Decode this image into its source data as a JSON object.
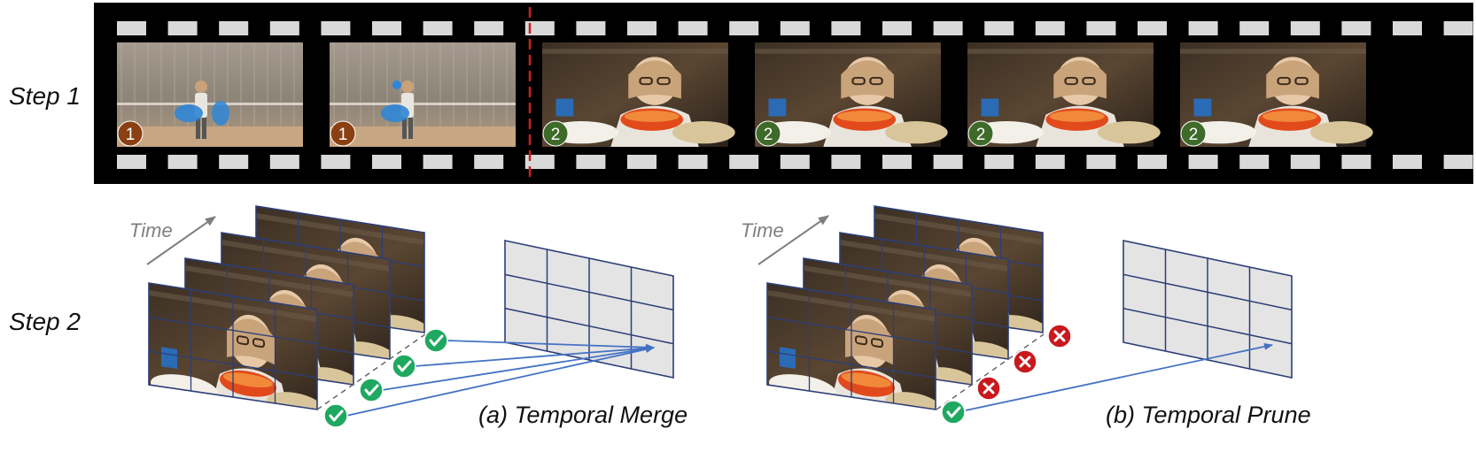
{
  "steps": {
    "step1": "Step 1",
    "step2": "Step 2"
  },
  "filmstrip": {
    "frames": [
      {
        "badge": "1",
        "scene": "dancer-hallway"
      },
      {
        "badge": "1",
        "scene": "dancer-hallway"
      },
      {
        "badge": "2",
        "scene": "woman-eating-noodles"
      },
      {
        "badge": "2",
        "scene": "woman-eating-noodles"
      },
      {
        "badge": "2",
        "scene": "woman-eating-noodles"
      },
      {
        "badge": "2",
        "scene": "woman-eating-noodles"
      }
    ],
    "scene_boundary_color": "#cc1f1f"
  },
  "diagrams": {
    "merge": {
      "time_label": "Time",
      "caption": "(a) Temporal Merge",
      "marks": [
        "check",
        "check",
        "check",
        "check"
      ]
    },
    "prune": {
      "time_label": "Time",
      "caption": "(b) Temporal Prune",
      "marks": [
        "cross",
        "cross",
        "cross",
        "check"
      ]
    }
  },
  "colors": {
    "badge_scene1": "#8a4012",
    "badge_scene2": "#3e6a2a",
    "check": "#1fa860",
    "cross": "#c8191e",
    "grid_line": "#2c3e78",
    "arrow": "#4472c4",
    "token_fill": "#e4e4e4",
    "film": "#000000",
    "sprocket": "#d9d9d9"
  }
}
